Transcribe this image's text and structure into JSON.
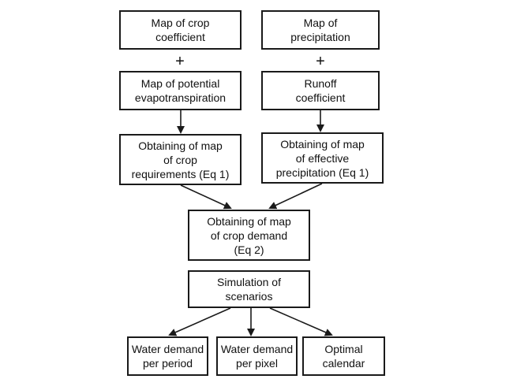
{
  "boxes": {
    "crop_coefficient": [
      "Map of crop",
      "coefficient"
    ],
    "precipitation": [
      "Map of",
      "precipitation"
    ],
    "potential_et": [
      "Map of potential",
      "evapotranspiration"
    ],
    "runoff": [
      "Runoff",
      "coefficient"
    ],
    "crop_requirements": [
      "Obtaining of map",
      "of crop",
      "requirements (Eq 1)"
    ],
    "effective_precip": [
      "Obtaining of map",
      "of effective",
      "precipitation (Eq 1)"
    ],
    "crop_demand": [
      "Obtaining of map",
      "of crop demand",
      "(Eq 2)"
    ],
    "simulation": [
      "Simulation of",
      "scenarios"
    ],
    "demand_period": [
      "Water demand",
      "per period"
    ],
    "demand_pixel": [
      "Water demand",
      "per pixel"
    ],
    "optimal_calendar": [
      "Optimal",
      "calendar"
    ]
  },
  "operators": {
    "plus": "+"
  }
}
